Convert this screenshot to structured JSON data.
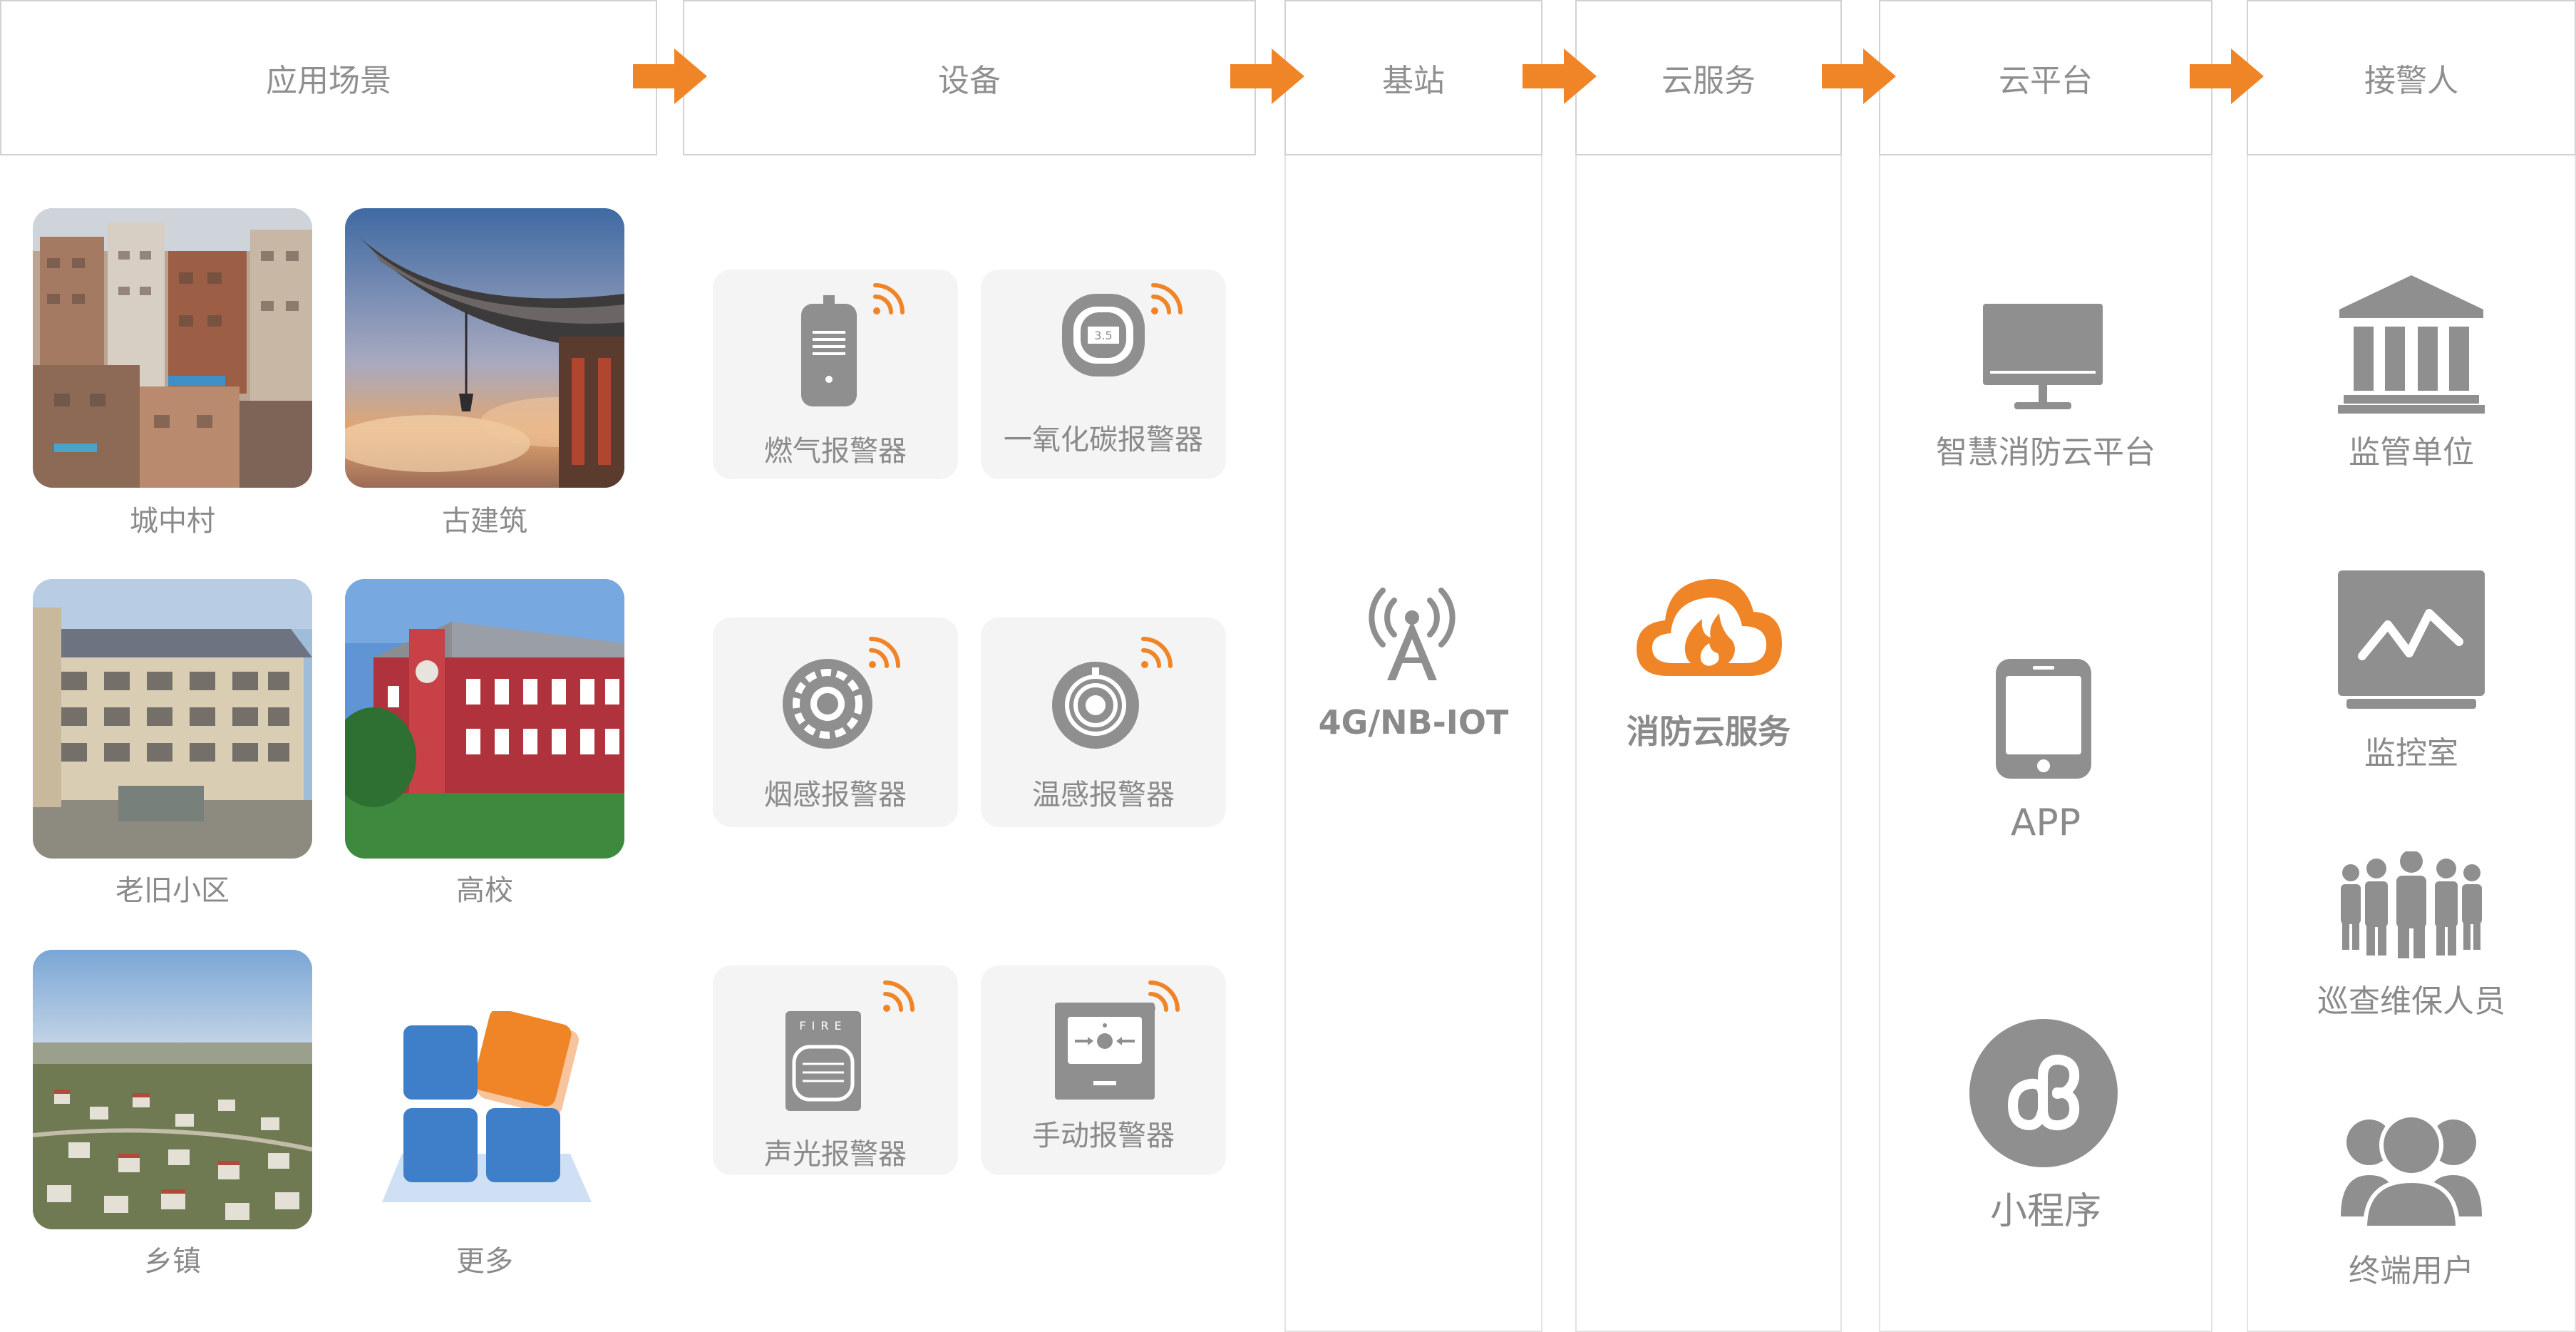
{
  "headers": {
    "scenes": "应用场景",
    "devices": "设备",
    "station": "基站",
    "cloud_service": "云服务",
    "cloud_platform": "云平台",
    "receiver": "接警人"
  },
  "scenes": [
    "城中村",
    "古建筑",
    "老旧小区",
    "高校",
    "乡镇",
    "更多"
  ],
  "devices": [
    "燃气报警器",
    "一氧化碳报警器",
    "烟感报警器",
    "温感报警器",
    "声光报警器",
    "手动报警器"
  ],
  "device_text": {
    "co_display": "3.5",
    "fire_label": "FIRE"
  },
  "station": {
    "label": "4G/NB-IOT"
  },
  "cloud_service": {
    "label": "消防云服务"
  },
  "cloud_platform": [
    "智慧消防云平台",
    "APP",
    "小程序"
  ],
  "receivers": [
    "监管单位",
    "监控室",
    "巡查维保人员",
    "终端用户"
  ],
  "colors": {
    "accent": "#f08528",
    "icon_gray": "#8f8f8f",
    "blue": "#3f7ec8",
    "card": "#f4f4f4",
    "border": "#d2d2d2"
  }
}
